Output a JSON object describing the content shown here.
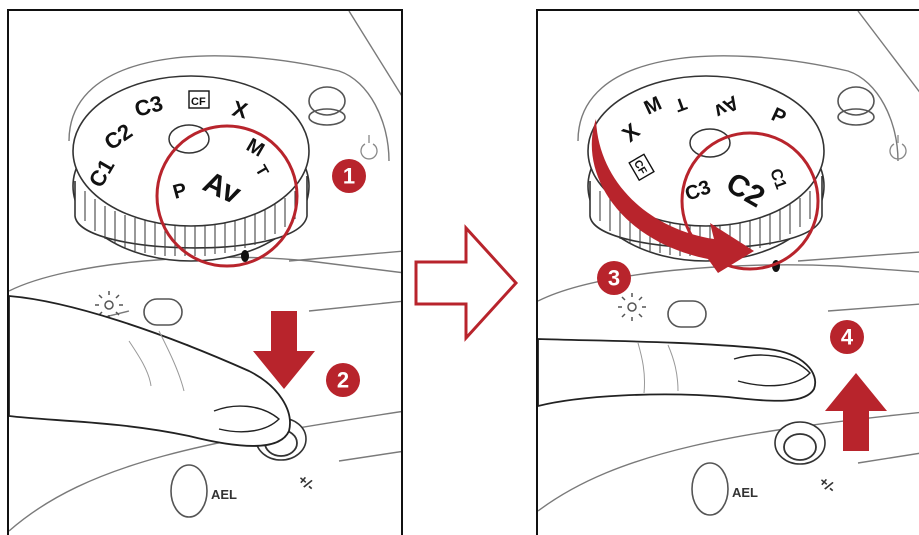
{
  "panels": [
    {
      "dial": {
        "modes": [
          "C1",
          "C2",
          "C3",
          "CF",
          "X",
          "M",
          "T",
          "Av",
          "P"
        ],
        "highlighted": "Av"
      },
      "button_labels": {
        "ael": "AEL",
        "exposure": "+/-"
      },
      "steps": [
        "1",
        "2"
      ]
    },
    {
      "dial": {
        "modes": [
          "CF",
          "X",
          "M",
          "T",
          "Av",
          "P",
          "C1",
          "C2",
          "C3"
        ],
        "highlighted": "C2"
      },
      "button_labels": {
        "ael": "AEL",
        "exposure": "+/-"
      },
      "steps": [
        "3",
        "4"
      ]
    }
  ],
  "colors": {
    "accent": "#b8242c",
    "line": "#7a7a7a",
    "ink": "#111111"
  },
  "icons": [
    "right-outline-arrow-icon",
    "down-arrow-icon",
    "up-arrow-icon",
    "rotate-arrow-icon",
    "finger-icon",
    "sun-icon",
    "power-icon"
  ]
}
